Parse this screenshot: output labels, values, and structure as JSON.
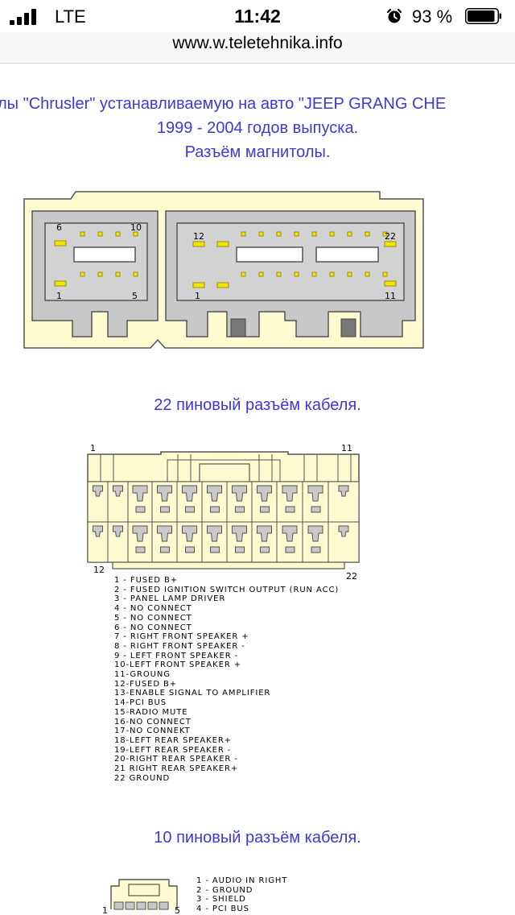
{
  "status_bar": {
    "carrier": "LTE",
    "time": "11:42",
    "battery_percent": "93 %",
    "battery_level": 0.93
  },
  "url_bar": {
    "url": "www.w.teletehnika.info"
  },
  "article": {
    "heading_line1": "лы \"Chrusler\" устанавливаемую на авто \"JEEP GRANG CHE",
    "heading_line2": "1999 - 2004 годов выпуска.",
    "heading_line3": "Разъём магнитолы.",
    "radio_connector": {
      "left_labels": {
        "top_left": "6",
        "top_right": "10",
        "bottom_left": "1",
        "bottom_right": "5"
      },
      "right_labels": {
        "top_left": "12",
        "top_right": "22",
        "bottom_left": "1",
        "bottom_right": "11"
      }
    },
    "section_22_title": "22 пиновый разъём кабеля.",
    "cable_22": {
      "label_top_left": "1",
      "label_top_right": "11",
      "label_bottom_left": "12",
      "label_bottom_right": "22"
    },
    "pins_22": [
      "1 - FUSED B+",
      "2 - FUSED IGNITION SWITCH OUTPUT (RUN ACC)",
      "3 - PANEL LAMP DRIVER",
      "4 - NO CONNECT",
      "5 - NO CONNECT",
      "6 - NO CONNECT",
      "7 - RIGHT FRONT SPEAKER +",
      "8 - RIGHT FRONT SPEAKER -",
      "9 - LEFT FRONT SPEAKER -",
      "10-LEFT FRONT SPEAKER +",
      "11-GROUNG",
      "12-FUSED B+",
      "13-ENABLE SIGNAL TO AMPLIFIER",
      "14-PCI BUS",
      "15-RADIO MUTE",
      "16-NO CONNECT",
      "17-NO CONNEKT",
      "18-LEFT REAR SPEAKER+",
      "19-LEFT REAR SPEAKER -",
      "20-RIGHT REAR SPEAKER -",
      "21 RIGHT REAR SPEAKER+",
      "22 GROUND"
    ],
    "section_10_title": "10 пиновый разъём кабеля.",
    "cable_10": {
      "label_left": "1",
      "label_right": "5"
    },
    "pins_10": [
      "1 - AUDIO IN RIGHT",
      "2 - GROUND",
      "3 - SHIELD",
      "4 - PCI BUS"
    ],
    "colors": {
      "heading_text": "#3a3adb",
      "connector_body": "#fffbd0",
      "connector_gray": "#c8c8c8",
      "pin_yellow": "#f5e400",
      "connector_outline": "#505050"
    }
  }
}
